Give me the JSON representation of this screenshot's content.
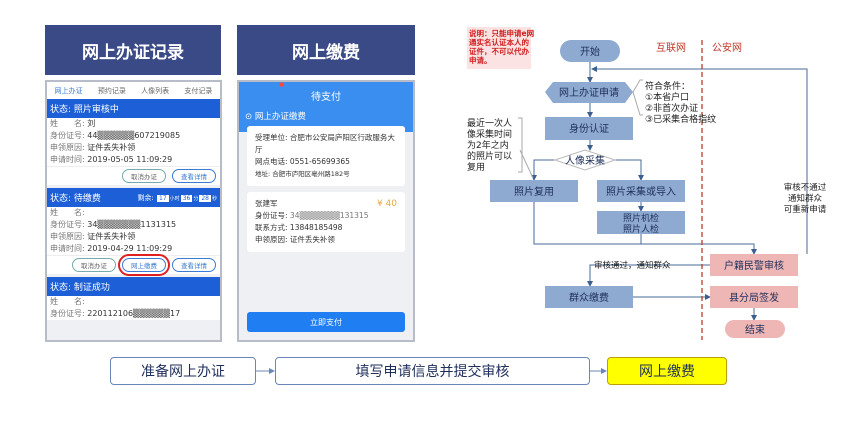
{
  "panels": {
    "records_title": "网上办证记录",
    "payment_title": "网上缴费"
  },
  "records_app": {
    "tabs": [
      "网上办证",
      "预约记录",
      "人像列表",
      "支付记录"
    ],
    "cards": [
      {
        "status": "状态: 照片审核中",
        "name_label": "姓　　名:",
        "name": "刘",
        "id_label": "身份证号:",
        "id": "44▒▒▒▒▒▒607219085",
        "reason_label": "申领原因:",
        "reason": "证件丢失补领",
        "time_label": "申请时间:",
        "time": "2019-05-05 11:09:29",
        "buttons": [
          "取消办证",
          "查看详情"
        ]
      },
      {
        "status": "状态: 待缴费",
        "remain_label": "剩余:",
        "hours": "17",
        "hours_unit": "小时",
        "minutes": "36",
        "minutes_unit": "分",
        "seconds": "28",
        "seconds_unit": "秒",
        "name_label": "姓　　名:",
        "id_label": "身份证号:",
        "id": "34▒▒▒▒▒▒▒1131315",
        "reason_label": "申领原因:",
        "reason": "证件丢失补领",
        "time_label": "申请时间:",
        "time": "2019-04-29 11:09:29",
        "buttons": [
          "取消办证",
          "网上缴费",
          "查看详情"
        ]
      },
      {
        "status": "状态: 制证成功",
        "name_label": "姓　　名:",
        "id_label": "身份证号:",
        "id": "220112106▒▒▒▒▒▒17"
      }
    ]
  },
  "payment_app": {
    "header": "待支付",
    "section": "网上办证缴费",
    "office_label": "受理单位:",
    "office": "合肥市公安局庐阳区行政服务大厅",
    "phone_label": "网点电话:",
    "phone": "0551-65699365",
    "addr_label": "地址:",
    "addr": "合肥市庐阳区亳州路182号",
    "applicant": "张建军",
    "amount": "¥ 40",
    "id_label": "身份证号:",
    "id": "34▒▒▒▒▒▒▒131315",
    "contact_label": "联系方式:",
    "contact": "13848185498",
    "reason_label": "申领原因:",
    "reason": "证件丢失补领",
    "pay_button": "立即支付"
  },
  "flow": {
    "note": [
      "说明：只能申请e网",
      "通实名认证本人的",
      "证件，不可以代办",
      "申请。"
    ],
    "zone_internet": "互联网",
    "zone_police": "公安网",
    "start": "开始",
    "apply": "网上办证申请",
    "conditions": [
      "符合条件：",
      "①本省户口",
      "②非首次办证",
      "③已采集合格指纹"
    ],
    "auth": "身份认证",
    "reuse_note": [
      "最近一次人",
      "像采集时间",
      "为2年之内",
      "的照片可以",
      "复用"
    ],
    "capture": "人像采集",
    "reuse": "照片复用",
    "collect": "照片采集或导入",
    "check": [
      "照片机检",
      "照片人检"
    ],
    "review": "户籍民警审核",
    "pass_note": "审核通过，通知群众",
    "fail_note": [
      "审核不通过",
      "通知群众",
      "可重新申请"
    ],
    "pay": "群众缴费",
    "issue": "县分局签发",
    "end": "结束"
  },
  "process": [
    "准备网上办证",
    "填写申请信息并提交审核",
    "网上缴费"
  ]
}
